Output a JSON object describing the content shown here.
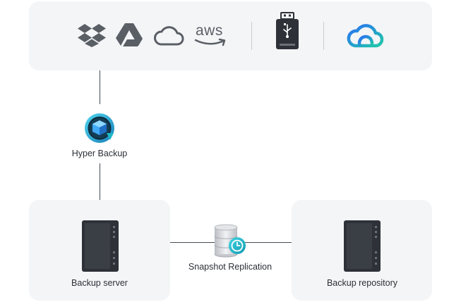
{
  "cloud_targets": {
    "icons": [
      "dropbox-icon",
      "google-drive-icon",
      "cloud-icon",
      "aws-icon"
    ],
    "aws_text": "aws"
  },
  "local_target": {
    "icon": "usb-drive-icon"
  },
  "c2_target": {
    "icon": "synology-c2-icon"
  },
  "hyper_backup": {
    "label": "Hyper Backup",
    "icon": "hyper-backup-icon"
  },
  "backup_server": {
    "label": "Backup server",
    "icon": "nas-icon"
  },
  "snapshot": {
    "label": "Snapshot Replication",
    "icon": "snapshot-replication-icon"
  },
  "backup_repository": {
    "label": "Backup repository",
    "icon": "nas-icon"
  },
  "colors": {
    "panel_bg": "#f4f5f7",
    "icon_gray": "#5a5f66",
    "nas_dark": "#2e3238",
    "accent_teal": "#1fb7c9",
    "accent_blue": "#2a6ff5"
  }
}
